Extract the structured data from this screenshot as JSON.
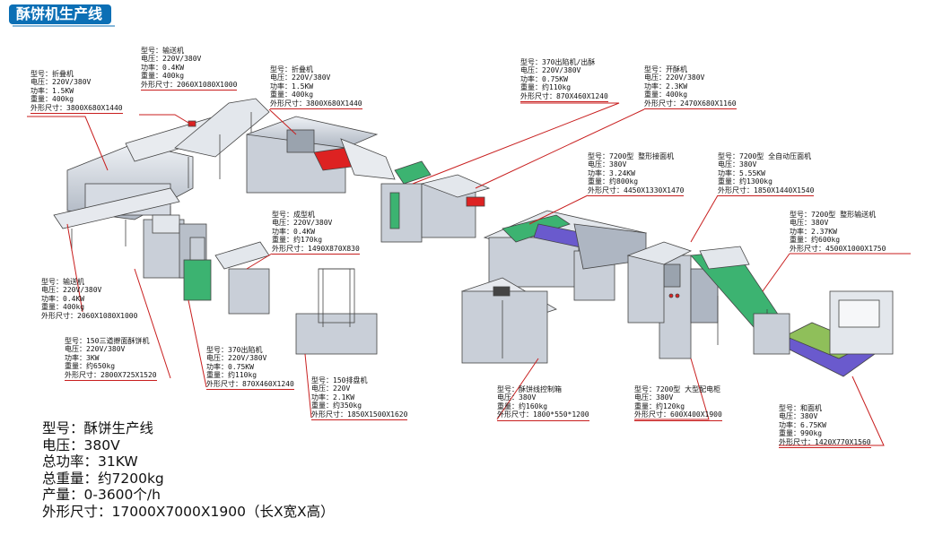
{
  "title": "酥饼机生产线",
  "specs": [
    {
      "id": "folding1",
      "lines": [
        "型号：折叠机",
        "电压：220V/380V",
        "功率：1.5KW",
        "重量：400kg",
        "外形尺寸：3800X680X1440"
      ]
    },
    {
      "id": "conveyor1",
      "lines": [
        "型号：输送机",
        "电压：220V/380V",
        "功率：0.4KW",
        "重量：400kg",
        "外形尺寸：2060X1080X1000"
      ]
    },
    {
      "id": "folding2",
      "lines": [
        "型号：折叠机",
        "电压：220V/380V",
        "功率：1.5KW",
        "重量：400kg",
        "外形尺寸：3800X680X1440"
      ]
    },
    {
      "id": "filling370b",
      "lines": [
        "型号：370出陷机/出酥",
        "电压：220V/380V",
        "功率：0.75KW",
        "重量：约110kg",
        "外形尺寸：870X460X1240"
      ]
    },
    {
      "id": "opener",
      "lines": [
        "型号：开酥机",
        "电压：220V/380V",
        "功率：2.3KW",
        "重量：400kg",
        "外形尺寸：2470X680X1160"
      ]
    },
    {
      "id": "shaper7200",
      "lines": [
        "型号：7200型 整形接面机",
        "电压：380V",
        "功率：3.24KW",
        "重量：约800kg",
        "外形尺寸：4450X1330X1470"
      ]
    },
    {
      "id": "presser7200",
      "lines": [
        "型号：7200型 全自动压面机",
        "电压：380V",
        "功率：5.55KW",
        "重量：约1300kg",
        "外形尺寸：1850X1440X1540"
      ]
    },
    {
      "id": "conveyor7200",
      "lines": [
        "型号：7200型 整形输送机",
        "电压：380V",
        "功率：2.37KW",
        "重量：约600kg",
        "外形尺寸：4500X1000X1750"
      ]
    },
    {
      "id": "former",
      "lines": [
        "型号：成型机",
        "电压：220V/380V",
        "功率：0.4KW",
        "重量：约170kg",
        "外形尺寸：1490X870X830"
      ]
    },
    {
      "id": "conveyor2",
      "lines": [
        "型号：输送机",
        "电压：220V/380V",
        "功率：0.4KW",
        "重量：400kg",
        "外形尺寸：2060X1080X1000"
      ]
    },
    {
      "id": "triple150",
      "lines": [
        "型号：150三道擀面酥饼机",
        "电压：220V/380V",
        "功率：3KW",
        "重量：约650kg",
        "外形尺寸：2800X725X1520"
      ]
    },
    {
      "id": "filling370",
      "lines": [
        "型号：370出陷机",
        "电压：220V/380V",
        "功率：0.75KW",
        "重量：约110kg",
        "外形尺寸：870X460X1240"
      ]
    },
    {
      "id": "tray150",
      "lines": [
        "型号：150排盘机",
        "电压：220V",
        "功率：2.1KW",
        "重量：约350kg",
        "外形尺寸：1850X1500X1620"
      ]
    },
    {
      "id": "control",
      "lines": [
        "型号：酥饼线控制箱",
        "电压：380V",
        "重量：约160kg",
        "外形尺寸：1800*550*1200"
      ]
    },
    {
      "id": "cabinet7200",
      "lines": [
        "型号：7200型 大型配电柜",
        "电压：380V",
        "重量：约120kg",
        "外形尺寸：600X400X1900"
      ]
    },
    {
      "id": "mixer",
      "lines": [
        "型号：和面机",
        "电压：380V",
        "功率：6.75KW",
        "重量：990kg",
        "外形尺寸：1420X770X1560"
      ]
    }
  ],
  "summary": [
    "型号：酥饼生产线",
    "电压：380V",
    "总功率：31KW",
    "总重量：约7200kg",
    "产量：0-3600个/h",
    "外形尺寸：17000X7000X1900（长X宽X高）"
  ],
  "colors": {
    "accent": "#0b6fb5",
    "leader": "#c81e1e",
    "machine": "#c9cfd8",
    "belt_green": "#3cb371",
    "belt_purple": "#6a5acd",
    "red": "#d22"
  }
}
